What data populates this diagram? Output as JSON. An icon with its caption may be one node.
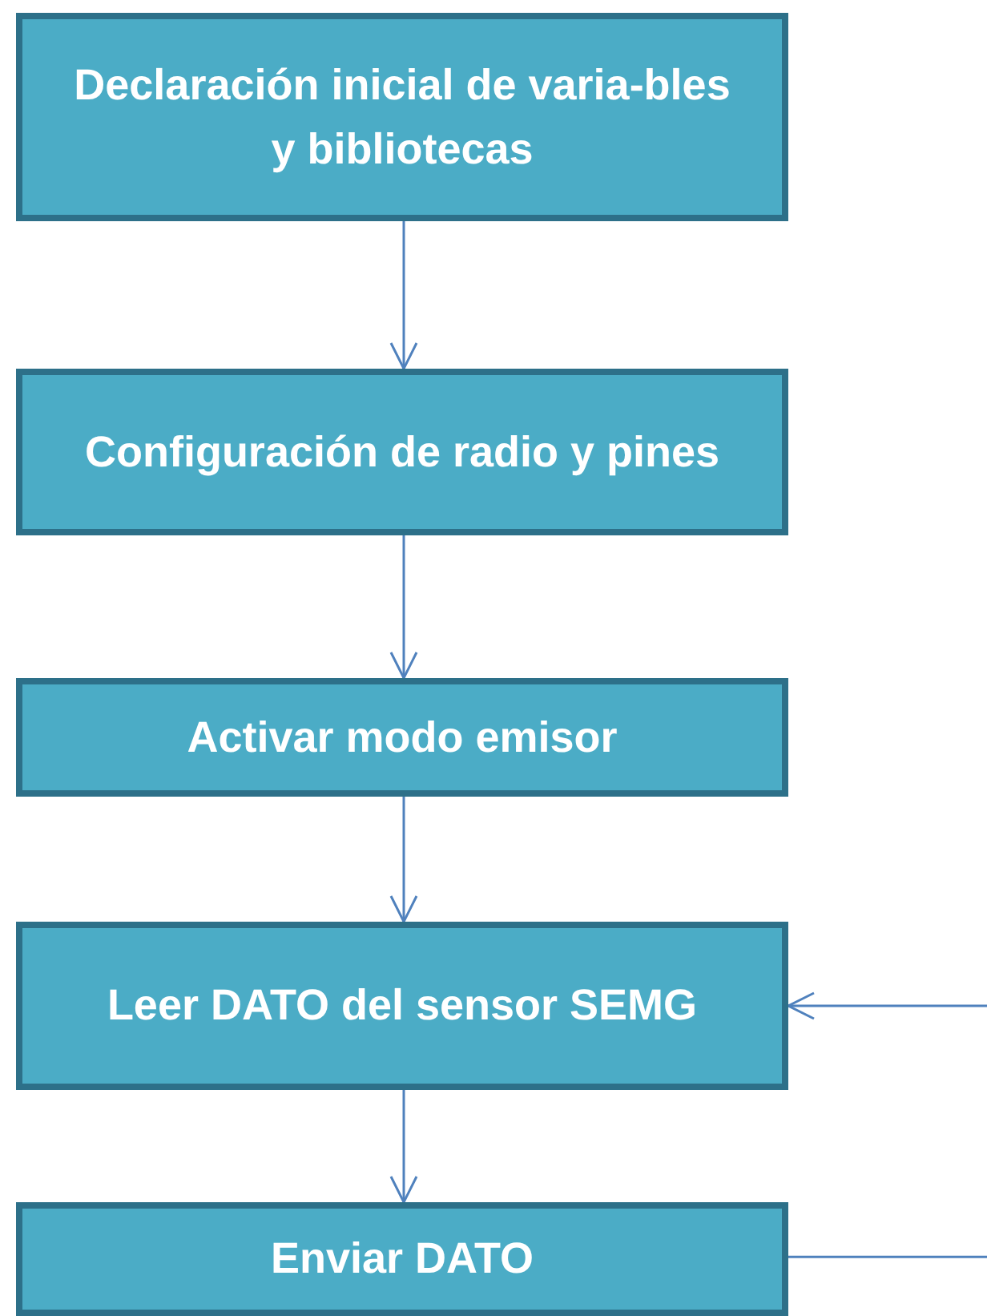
{
  "diagram": {
    "nodes": [
      {
        "text": [
          "Declaración inicial de varia-bles y bibliotecas"
        ]
      },
      {
        "text": [
          "Configuración de radio y pines"
        ]
      },
      {
        "text": [
          "Activar modo emisor"
        ]
      },
      {
        "text": [
          "Leer DATO del sensor SEMG"
        ]
      },
      {
        "text": [
          "Enviar DATO"
        ]
      }
    ],
    "edges": [
      {
        "from": 0,
        "to": 1,
        "arrow": "to"
      },
      {
        "from": 1,
        "to": 2,
        "arrow": "to"
      },
      {
        "from": 2,
        "to": 3,
        "arrow": "to"
      },
      {
        "from": 3,
        "to": 4,
        "arrow": "to"
      },
      {
        "from": 4,
        "to": 3,
        "arrow": "to"
      }
    ]
  }
}
